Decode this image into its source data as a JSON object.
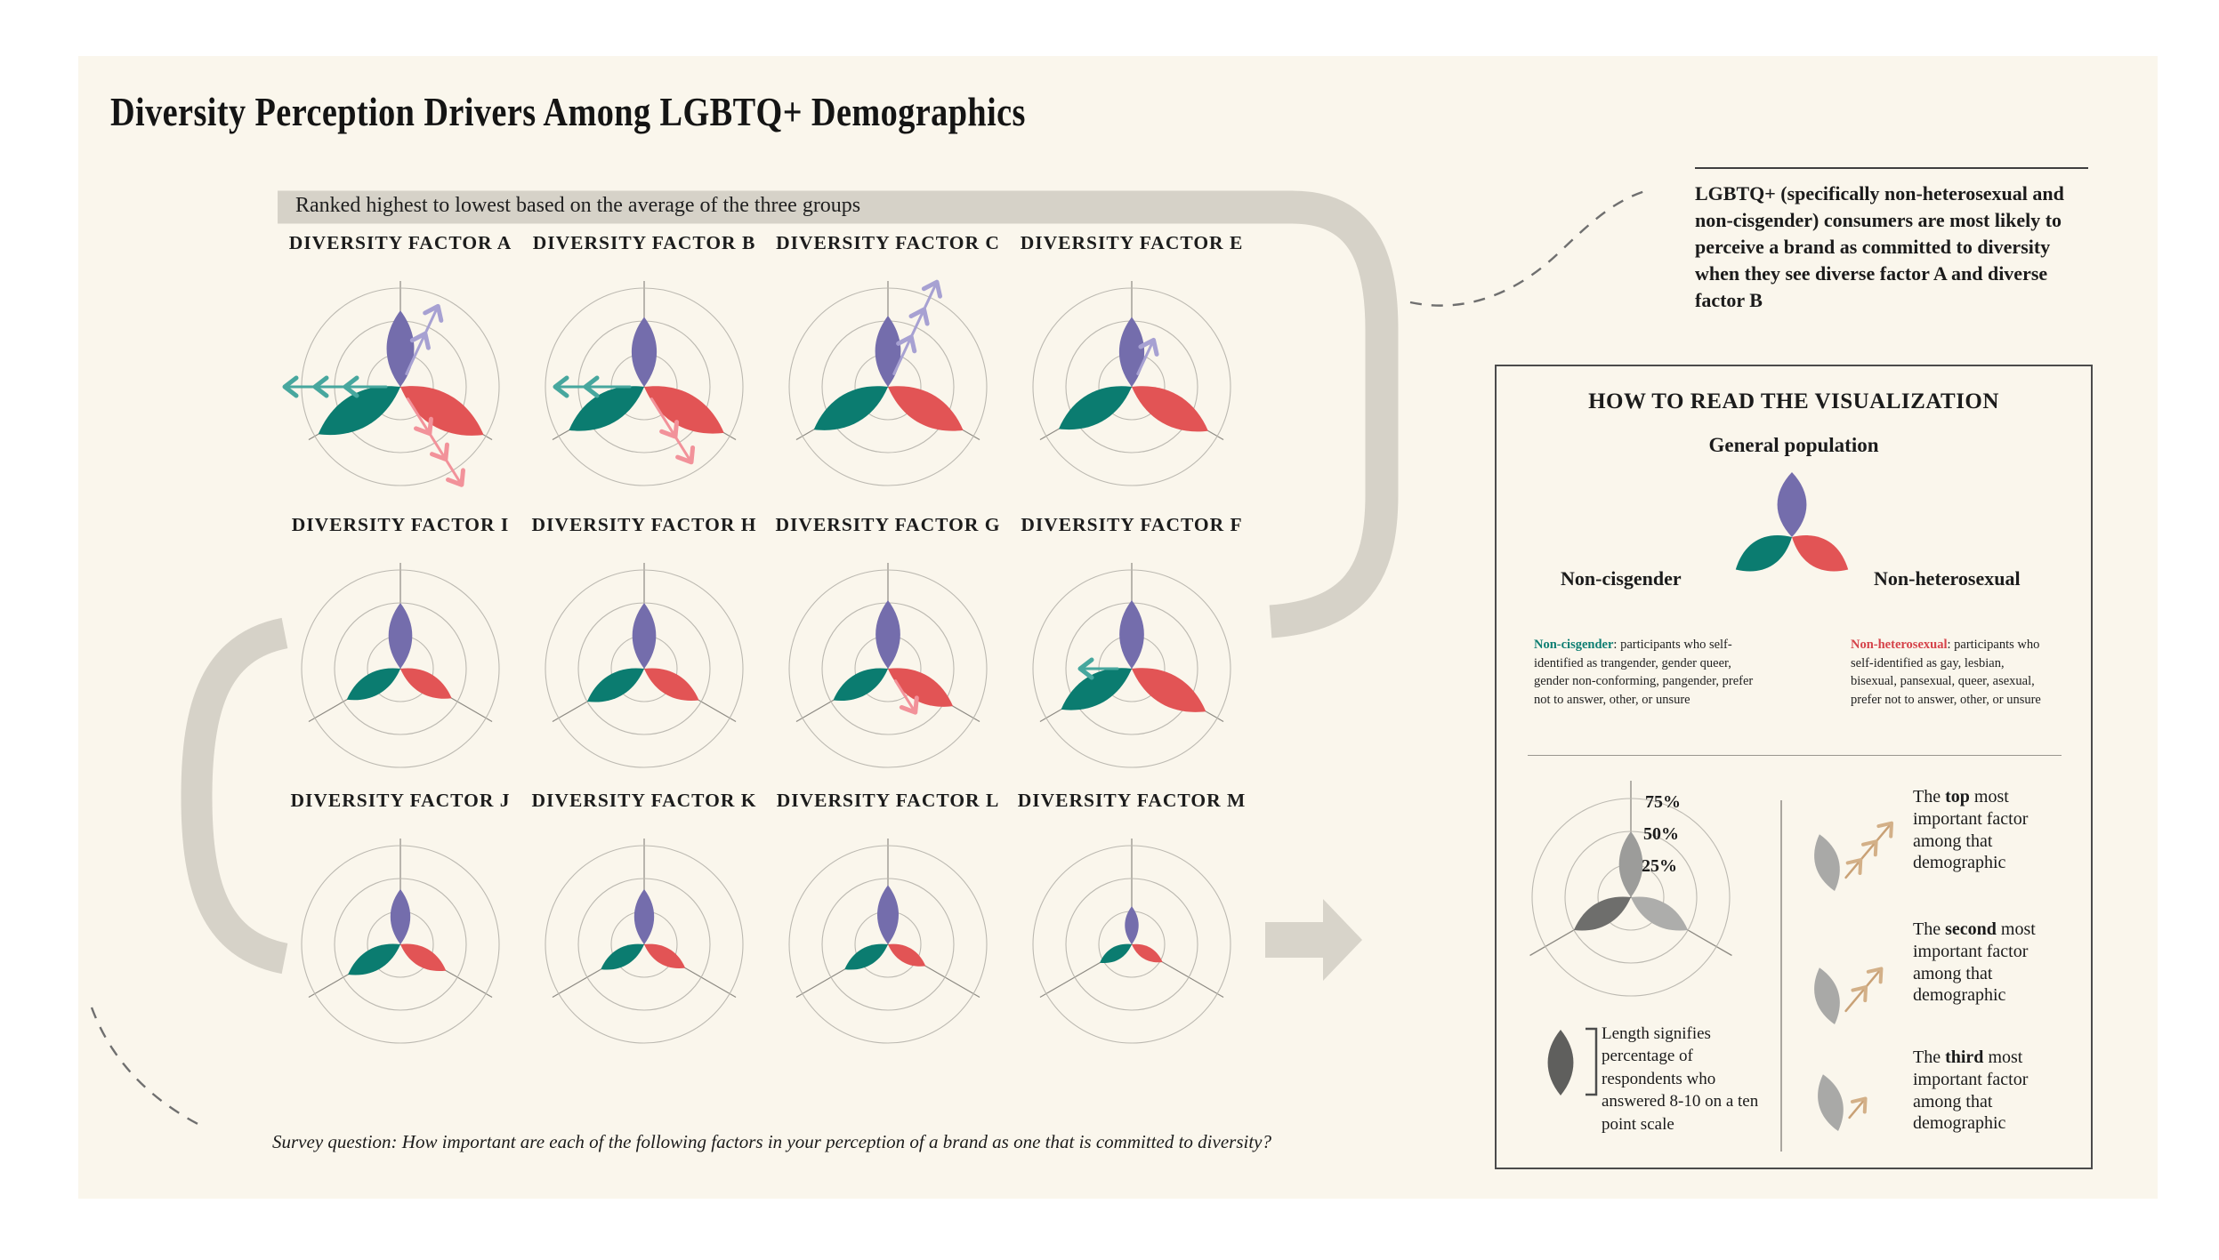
{
  "page_title": "Diversity Perception Drivers Among LGBTQ+ Demographics",
  "ribbon_label": "Ranked highest to lowest based on the average of the three groups",
  "annotation": "LGBTQ+ (specifically non-heterosexual and non-cisgender) consumers are most likely to perceive a brand as committed to diversity when they see diverse factor A and diverse factor B",
  "survey_note": "Survey question: How important are each of the following factors in your perception of a brand as one that is committed to diversity?",
  "colors": {
    "background": "#faf6ec",
    "flow_band": "#d6d2c8",
    "ring_stroke": "#bcb9b1",
    "spoke_stroke": "#8d8a83",
    "general": "#746dac",
    "non_cisgender": "#0b7c70",
    "non_heterosexual": "#e25455",
    "arrow_general": "#a7a1d2",
    "arrow_non_cisgender": "#47a79e",
    "arrow_non_heterosexual": "#f2929a",
    "gray_petal_top": "#9c9c9a",
    "gray_petal_left": "#6e6e6c",
    "gray_petal_right": "#adadab",
    "gray_petal_dark": "#5f5f5d",
    "gray_petal_icon": "#a9a9a7",
    "tan_arrow": "#c9a176",
    "panel_border": "#4b4b4b"
  },
  "chart_data": {
    "type": "radial-petal-small-multiples",
    "scale": {
      "max": 75,
      "rings": [
        25,
        50,
        75
      ],
      "ring_ticks": [
        "25%",
        "50%",
        "75%"
      ]
    },
    "groups": [
      {
        "id": "general",
        "label": "General population",
        "color": "#746dac"
      },
      {
        "id": "non_cisgender",
        "label": "Non-cisgender",
        "color": "#0b7c70"
      },
      {
        "id": "non_heterosexual",
        "label": "Non-heterosexual",
        "color": "#e25455"
      }
    ],
    "value_meaning": "percentage of respondents who answered 8-10 on a ten point scale",
    "factors": [
      {
        "label": "DIVERSITY FACTOR A",
        "values": {
          "general": 58,
          "non_cisgender": 72,
          "non_heterosexual": 73
        },
        "rank_markers": [
          {
            "group": "general",
            "rank": "second"
          },
          {
            "group": "non_cisgender",
            "rank": "top"
          },
          {
            "group": "non_heterosexual",
            "rank": "top"
          }
        ]
      },
      {
        "label": "DIVERSITY FACTOR B",
        "values": {
          "general": 53,
          "non_cisgender": 66,
          "non_heterosexual": 70
        },
        "rank_markers": [
          {
            "group": "non_cisgender",
            "rank": "second"
          },
          {
            "group": "non_heterosexual",
            "rank": "second"
          }
        ]
      },
      {
        "label": "DIVERSITY FACTOR C",
        "values": {
          "general": 54,
          "non_cisgender": 65,
          "non_heterosexual": 66
        },
        "rank_markers": [
          {
            "group": "general",
            "rank": "top"
          }
        ]
      },
      {
        "label": "DIVERSITY FACTOR E",
        "values": {
          "general": 53,
          "non_cisgender": 64,
          "non_heterosexual": 67
        },
        "rank_markers": [
          {
            "group": "general",
            "rank": "third"
          }
        ]
      },
      {
        "label": "DIVERSITY FACTOR I",
        "values": {
          "general": 50,
          "non_cisgender": 47,
          "non_heterosexual": 45
        },
        "rank_markers": []
      },
      {
        "label": "DIVERSITY FACTOR H",
        "values": {
          "general": 50,
          "non_cisgender": 50,
          "non_heterosexual": 48
        },
        "rank_markers": []
      },
      {
        "label": "DIVERSITY FACTOR G",
        "values": {
          "general": 52,
          "non_cisgender": 48,
          "non_heterosexual": 57
        },
        "rank_markers": [
          {
            "group": "non_heterosexual",
            "rank": "third"
          }
        ]
      },
      {
        "label": "DIVERSITY FACTOR F",
        "values": {
          "general": 52,
          "non_cisgender": 62,
          "non_heterosexual": 65
        },
        "rank_markers": [
          {
            "group": "non_cisgender",
            "rank": "third"
          }
        ]
      },
      {
        "label": "DIVERSITY FACTOR J",
        "values": {
          "general": 42,
          "non_cisgender": 46,
          "non_heterosexual": 40
        },
        "rank_markers": []
      },
      {
        "label": "DIVERSITY FACTOR K",
        "values": {
          "general": 42,
          "non_cisgender": 38,
          "non_heterosexual": 36
        },
        "rank_markers": []
      },
      {
        "label": "DIVERSITY FACTOR L",
        "values": {
          "general": 45,
          "non_cisgender": 38,
          "non_heterosexual": 33
        },
        "rank_markers": []
      },
      {
        "label": "DIVERSITY FACTOR M",
        "values": {
          "general": 29,
          "non_cisgender": 28,
          "non_heterosexual": 27
        },
        "rank_markers": []
      }
    ],
    "rankings": {
      "general": {
        "top": "DIVERSITY FACTOR C",
        "second": "DIVERSITY FACTOR A",
        "third": "DIVERSITY FACTOR E"
      },
      "non_cisgender": {
        "top": "DIVERSITY FACTOR A",
        "second": "DIVERSITY FACTOR B",
        "third": "DIVERSITY FACTOR F"
      },
      "non_heterosexual": {
        "top": "DIVERSITY FACTOR A",
        "second": "DIVERSITY FACTOR B",
        "third": "DIVERSITY FACTOR G"
      }
    }
  },
  "how_to_read": {
    "title": "HOW TO READ THE VISUALIZATION",
    "group_labels": {
      "general": "General population",
      "non_cisgender": "Non-cisgender",
      "non_heterosexual": "Non-heterosexual"
    },
    "definitions": {
      "non_cisgender": {
        "term": "Non-cisgender",
        "text": ": participants who self-identified as trangender, gender queer, gender non-conforming, pangender, prefer not to answer, other, or unsure"
      },
      "non_heterosexual": {
        "term": "Non-heterosexual",
        "text": ": participants who self-identified as gay, lesbian, bisexual, pansexual, queer, asexual, prefer not to answer, other, or unsure"
      }
    },
    "ring_ticks": [
      "75%",
      "50%",
      "25%"
    ],
    "length_note": "Length signifies percentage of respondents who answered 8-10 on a ten point scale",
    "rank_items": [
      {
        "pre": "The ",
        "word": "top",
        "post": " most important factor among that demographic",
        "barbs": 3
      },
      {
        "pre": "The ",
        "word": "second",
        "post": " most important factor among that demographic",
        "barbs": 2
      },
      {
        "pre": "The ",
        "word": "third",
        "post": " most important factor among that demographic",
        "barbs": 1
      }
    ]
  }
}
